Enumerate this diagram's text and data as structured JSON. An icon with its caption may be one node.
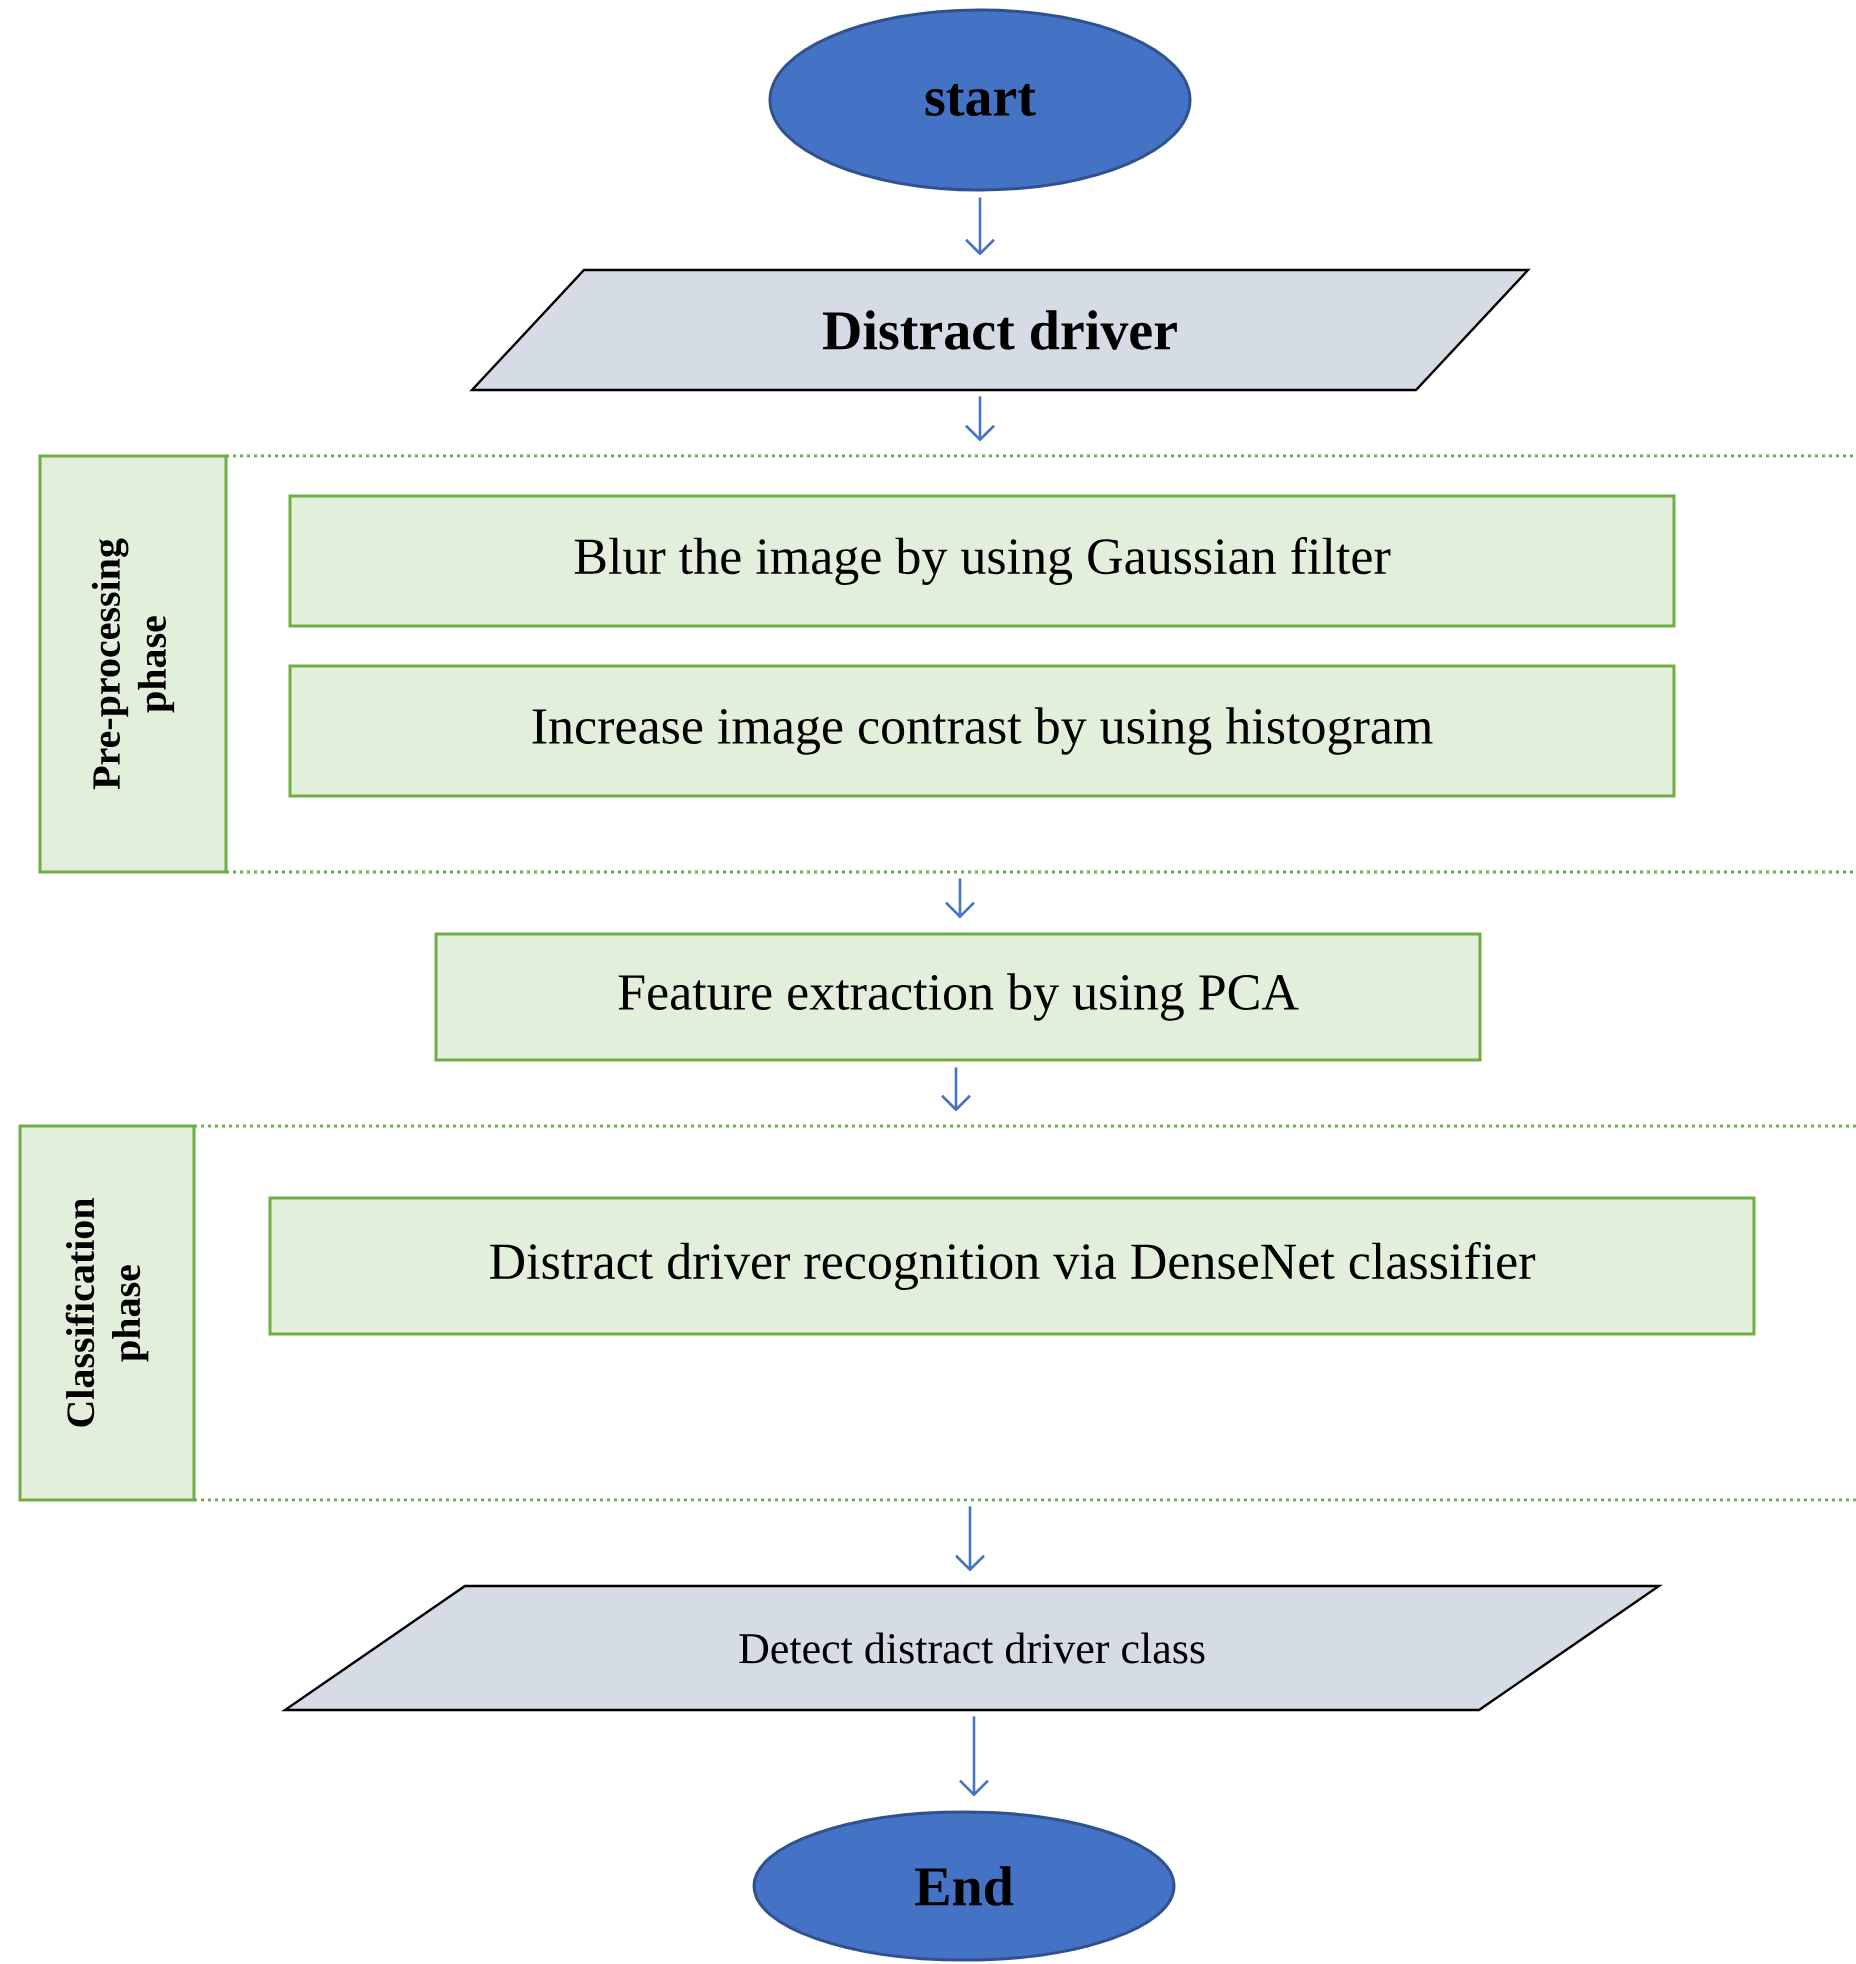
{
  "diagram": {
    "nodes": [
      {
        "text": [
          "start"
        ]
      },
      {
        "text": [
          "Distract driver"
        ]
      },
      {
        "text": [
          "Pre-processing phase"
        ]
      },
      {
        "text": [
          "Blur the image by  using Gaussian filter"
        ],
        "in": 2
      },
      {
        "text": [
          "Increase image contrast by using histogram"
        ],
        "in": 2
      },
      {
        "text": [
          "Feature extraction by using PCA"
        ]
      },
      {
        "text": [
          "Classification phase"
        ]
      },
      {
        "text": [
          "Distract driver recognition via DenseNet classifier"
        ],
        "in": 6
      },
      {
        "text": [
          "Detect distract driver class"
        ]
      },
      {
        "text": [
          "End"
        ]
      }
    ],
    "edges": [
      {
        "from": 0,
        "to": 1,
        "arrow": "to"
      },
      {
        "from": 1,
        "to": 2,
        "arrow": "to"
      },
      {
        "from": 2,
        "to": 5,
        "arrow": "to"
      },
      {
        "from": 5,
        "to": 6,
        "arrow": "to"
      },
      {
        "from": 6,
        "to": 8,
        "arrow": "to"
      },
      {
        "from": 8,
        "to": 9,
        "arrow": "to"
      }
    ]
  }
}
